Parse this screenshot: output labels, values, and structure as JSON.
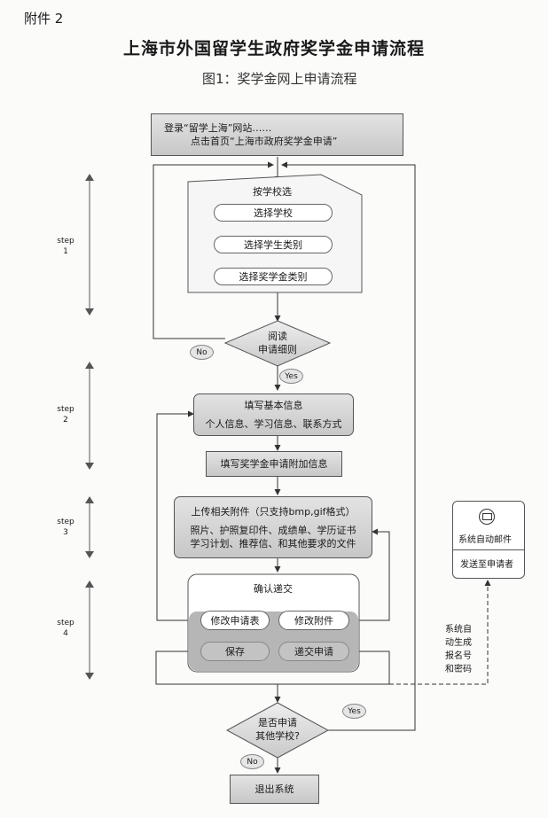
{
  "attachment_label": "附件 2",
  "title": "上海市外国留学生政府奖学金申请流程",
  "subtitle": "图1：奖学金网上申请流程",
  "steps": [
    "step\n1",
    "step\n2",
    "step\n3",
    "step\n4"
  ],
  "login": {
    "line1": "登录“留学上海”网站……",
    "line2": "点击首页“上海市政府奖学金申请”"
  },
  "school_select": {
    "title": "按学校选",
    "items": [
      "选择学校",
      "选择学生类别",
      "选择奖学金类别"
    ]
  },
  "read_rules": {
    "line1": "阅读",
    "line2": "申请细则"
  },
  "no_label": "No",
  "yes_label": "Yes",
  "basic_info": {
    "title": "填写基本信息",
    "detail": "个人信息、学习信息、联系方式"
  },
  "extra_info": "填写奖学金申请附加信息",
  "upload": {
    "title": "上传相关附件（只支持bmp,gif格式）",
    "detail_line1": "照片、护照复印件、成绩单、学历证书",
    "detail_line2": "学习计划、推荐信、和其他要求的文件"
  },
  "confirm": {
    "title": "确认递交",
    "edit_form": "修改申请表",
    "edit_attach": "修改附件",
    "save": "保存",
    "submit": "递交申请"
  },
  "auto_generate": [
    "系统自",
    "动生成",
    "报名号",
    "和密码"
  ],
  "email_box": {
    "title": "系统自动邮件",
    "action": "发送至申请者"
  },
  "other_school": {
    "line1": "是否申请",
    "line2": "其他学校?"
  },
  "yes2_label": "Yes",
  "no2_label": "No",
  "exit": "退出系统"
}
